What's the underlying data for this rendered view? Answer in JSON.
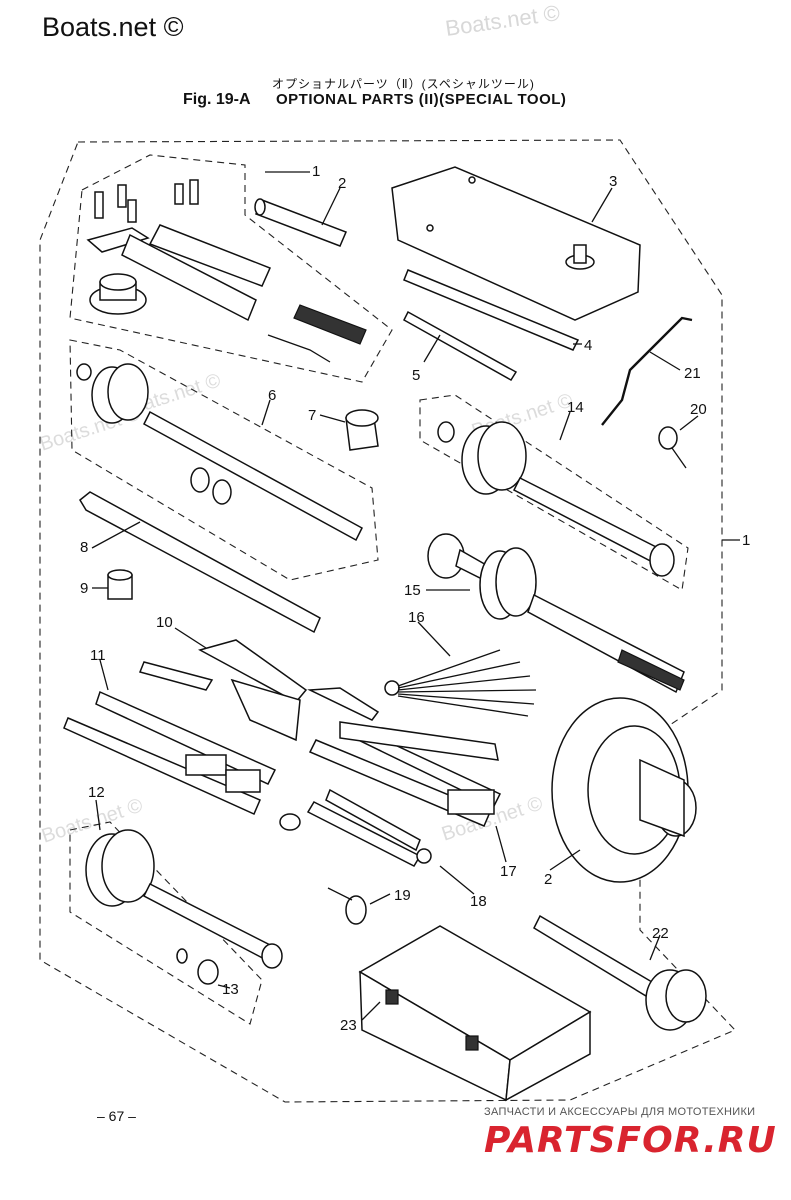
{
  "watermarks": {
    "top_left": "Boats.net ©",
    "top_right": "Boats.net ©",
    "repeats": [
      "Boats.net ©",
      "Boats.net ©",
      "Boats.net ©",
      "Boats.net ©",
      "Boats.net ©"
    ]
  },
  "header": {
    "title_jp": "オプショナルパーツ（Ⅱ）(スペシャルツール)",
    "figure": "Fig. 19-A",
    "title": "OPTIONAL PARTS (II)(SPECIAL TOOL)"
  },
  "callouts": [
    "1",
    "2",
    "3",
    "4",
    "5",
    "21",
    "6",
    "7",
    "14",
    "20",
    "1",
    "8",
    "9",
    "15",
    "10",
    "16",
    "11",
    "12",
    "17",
    "2",
    "19",
    "18",
    "13",
    "22",
    "23"
  ],
  "footer": {
    "page_number": "– 67 –",
    "site_tagline": "ЗАПЧАСТИ И АКСЕССУАРЫ ДЛЯ МОТОТЕХНИКИ",
    "site_logo": "PARTSFOR.RU"
  }
}
